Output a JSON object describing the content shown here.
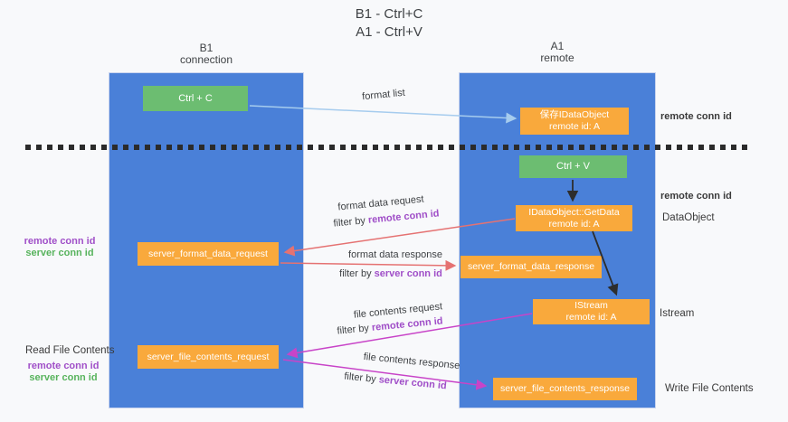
{
  "title": {
    "line1": "B1 - Ctrl+C",
    "line2": "A1 - Ctrl+V"
  },
  "columns": {
    "left": {
      "name": "B1",
      "role": "connection"
    },
    "right": {
      "name": "A1",
      "role": "remote"
    }
  },
  "nodes": {
    "ctrl_c": {
      "label": "Ctrl + C"
    },
    "save_idataobject": {
      "line1": "保存IDataObject",
      "line2": "remote id: A"
    },
    "ctrl_v": {
      "label": "Ctrl + V"
    },
    "getdata": {
      "line1": "IDataObject::GetData",
      "line2": "remote id: A"
    },
    "format_request": {
      "label": "server_format_data_request"
    },
    "format_response": {
      "label": "server_format_data_response"
    },
    "istream": {
      "line1": "IStream",
      "line2": "remote id: A"
    },
    "file_request": {
      "label": "server_file_contents_request"
    },
    "file_response": {
      "label": "server_file_contents_response"
    }
  },
  "edge_labels": {
    "format_list": "format list",
    "format_data_request": "format data request",
    "format_data_response": "format data response",
    "file_contents_request": "file contents request",
    "file_contents_response": "file contents response",
    "filter_by_prefix": "filter by ",
    "remote_conn_id": "remote conn id",
    "server_conn_id": "server conn id"
  },
  "side_labels": {
    "right_top_conn": "remote conn id",
    "right_mid_conn": "remote conn id",
    "dataobject": "DataObject",
    "istream": "Istream",
    "write_file_contents": "Write File Contents",
    "read_file_contents": "Read File Contents",
    "remote_conn_id": "remote conn id",
    "server_conn_id": "server conn id"
  },
  "colors": {
    "column_blue": "#4a80d8",
    "box_orange": "#f9a93c",
    "box_green": "#6cbd71",
    "label_purple": "#a04fc8",
    "label_green": "#57b35c",
    "arrow_red": "#e57272",
    "arrow_magenta": "#c844c8",
    "arrow_light_blue": "#a6ccee",
    "arrow_black": "#2d2d2d",
    "background": "#f8f9fb"
  }
}
